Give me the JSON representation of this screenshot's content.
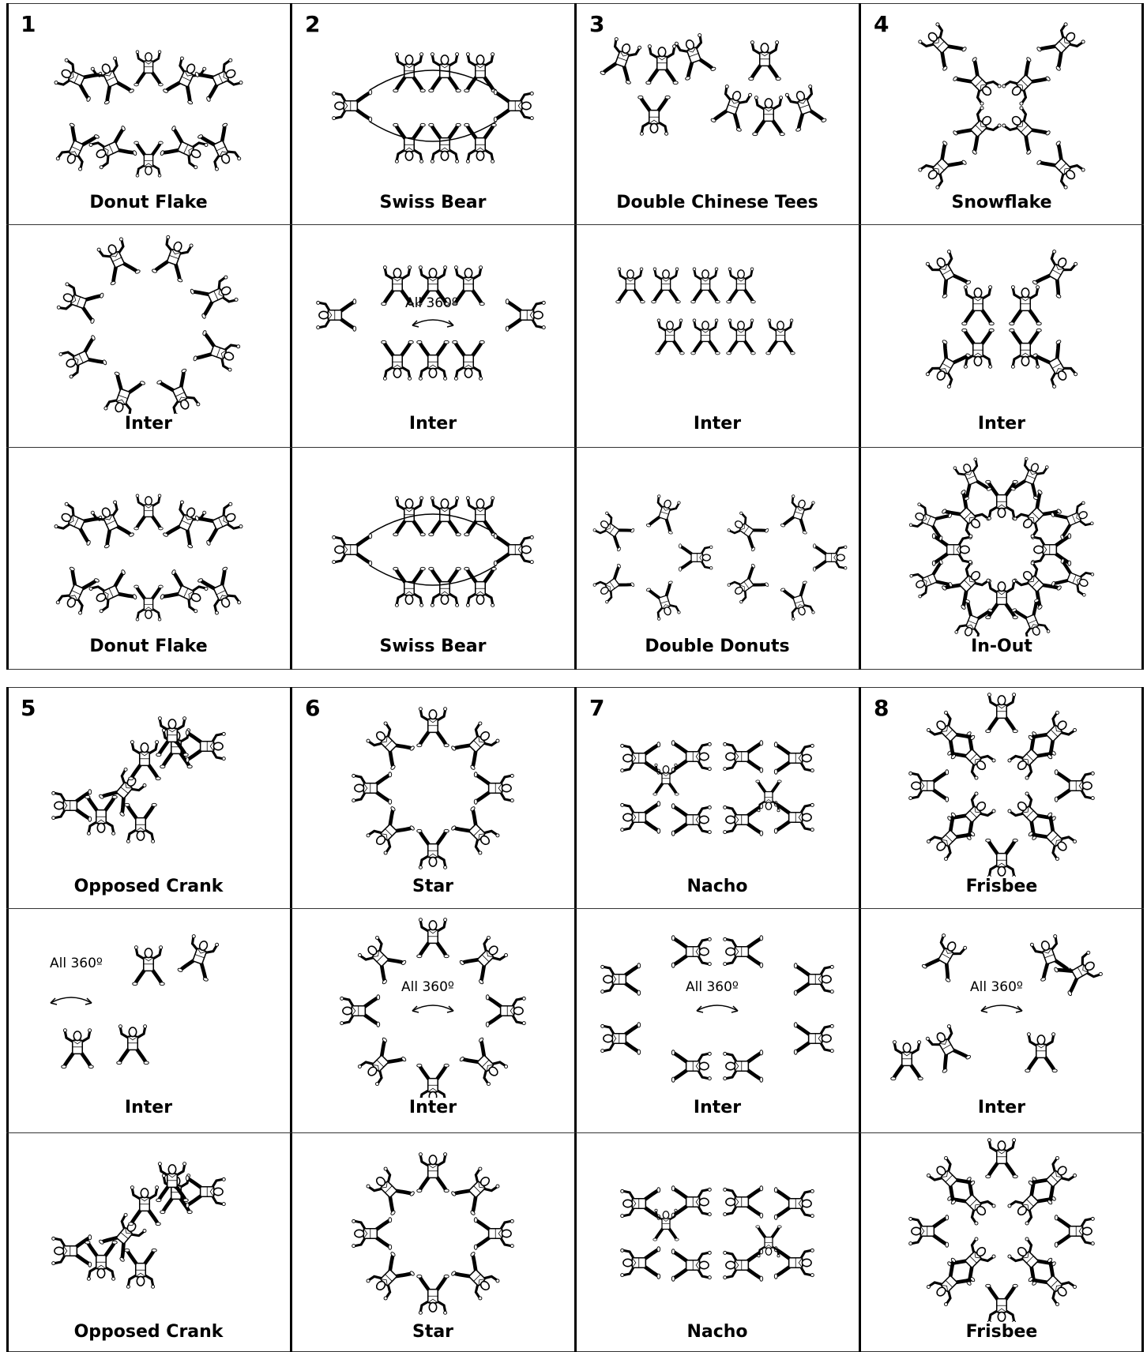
{
  "sections": [
    {
      "columns": [
        {
          "number": "1",
          "cells": [
            {
              "label": "Donut Flake",
              "note": ""
            },
            {
              "label": "Inter",
              "note": ""
            },
            {
              "label": "Donut Flake",
              "note": ""
            }
          ]
        },
        {
          "number": "2",
          "cells": [
            {
              "label": "Swiss Bear",
              "note": ""
            },
            {
              "label": "Inter",
              "note": "All 360º"
            },
            {
              "label": "Swiss Bear",
              "note": ""
            }
          ]
        },
        {
          "number": "3",
          "cells": [
            {
              "label": "Double Chinese Tees",
              "note": ""
            },
            {
              "label": "Inter",
              "note": ""
            },
            {
              "label": "Double Donuts",
              "note": ""
            }
          ]
        },
        {
          "number": "4",
          "cells": [
            {
              "label": "Snowflake",
              "note": ""
            },
            {
              "label": "Inter",
              "note": ""
            },
            {
              "label": "In-Out",
              "note": ""
            }
          ]
        }
      ]
    },
    {
      "columns": [
        {
          "number": "5",
          "cells": [
            {
              "label": "Opposed Crank",
              "note": ""
            },
            {
              "label": "Inter",
              "note": "All 360º"
            },
            {
              "label": "Opposed Crank",
              "note": ""
            }
          ]
        },
        {
          "number": "6",
          "cells": [
            {
              "label": "Star",
              "note": ""
            },
            {
              "label": "Inter",
              "note": "All 360º"
            },
            {
              "label": "Star",
              "note": ""
            }
          ]
        },
        {
          "number": "7",
          "cells": [
            {
              "label": "Nacho",
              "note": ""
            },
            {
              "label": "Inter",
              "note": "All 360º"
            },
            {
              "label": "Nacho",
              "note": ""
            }
          ]
        },
        {
          "number": "8",
          "cells": [
            {
              "label": "Frisbee",
              "note": ""
            },
            {
              "label": "Inter",
              "note": "All 360º"
            },
            {
              "label": "Frisbee",
              "note": ""
            }
          ]
        }
      ]
    }
  ]
}
